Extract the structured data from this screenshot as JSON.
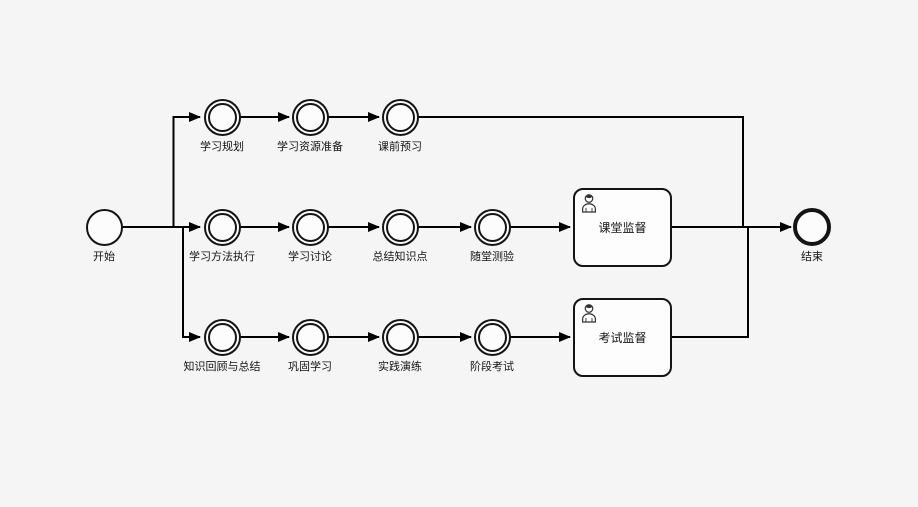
{
  "diagram": {
    "background_color": "#f5f5f5",
    "shape_fill": "#fcfcfc",
    "line_color": "#000000",
    "start": {
      "label": "开始"
    },
    "end": {
      "label": "结束"
    },
    "lanes": [
      {
        "tasks": [
          "学习规划",
          "学习资源准备",
          "课前预习"
        ]
      },
      {
        "tasks": [
          "学习方法执行",
          "学习讨论",
          "总结知识点",
          "随堂测验"
        ],
        "supervisor": {
          "label": "课堂监督",
          "icon": "user-icon"
        }
      },
      {
        "tasks": [
          "知识回顾与总结",
          "巩固学习",
          "实践演练",
          "阶段考试"
        ],
        "supervisor": {
          "label": "考试监督",
          "icon": "user-icon"
        }
      }
    ]
  }
}
